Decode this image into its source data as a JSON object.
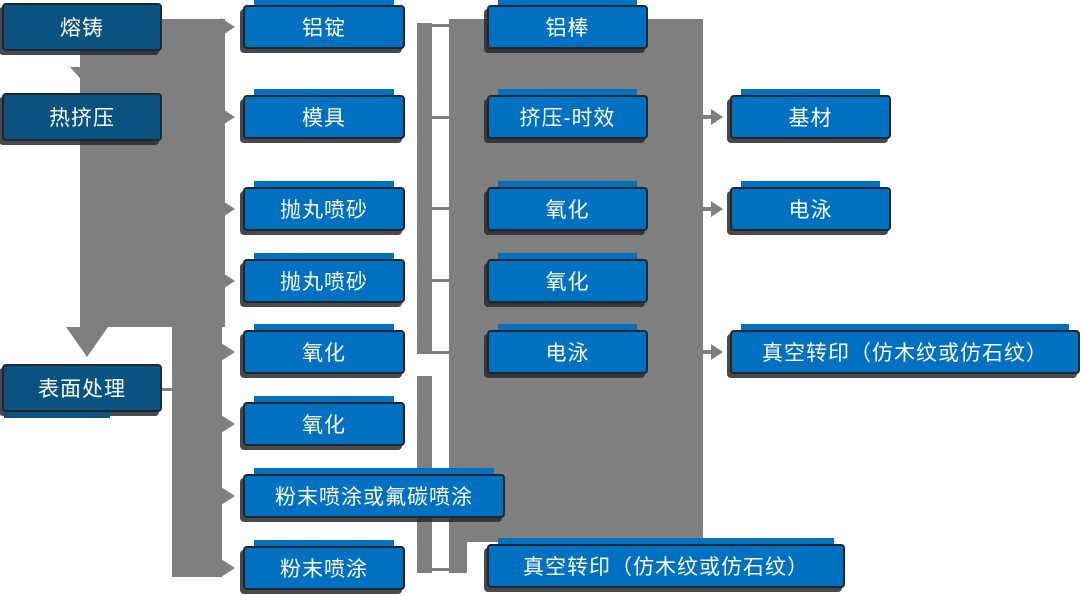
{
  "diagram": {
    "stages": {
      "melting_casting": "熔铸",
      "hot_extrusion": "热挤压",
      "surface_treatment": "表面处理"
    },
    "labels": {
      "aluminum_ingot": "铝锭",
      "mold": "模具",
      "shot_blasting_1": "抛丸喷砂",
      "shot_blasting_2": "抛丸喷砂",
      "oxidation_1": "氧化",
      "oxidation_2": "氧化",
      "powder_or_fluorocarbon_coating": "粉末喷涂或氟碳喷涂",
      "powder_coating": "粉末喷涂",
      "aluminum_rod": "铝棒",
      "extrusion_aging": "挤压-时效",
      "oxidation_3": "氧化",
      "oxidation_4": "氧化",
      "electrophoresis_1": "电泳",
      "vacuum_transfer_bottom": "真空转印（仿木纹或仿石纹）",
      "base_material": "基材",
      "electrophoresis_2": "电泳",
      "vacuum_transfer_right": "真空转印（仿木纹或仿石纹）"
    },
    "colors": {
      "node_blue": "#0070C0",
      "stage_dark_blue": "#0A5380",
      "connector_gray": "#7F7F7F",
      "border_dark": "#20262C",
      "text_white": "#FFFFFF"
    }
  }
}
